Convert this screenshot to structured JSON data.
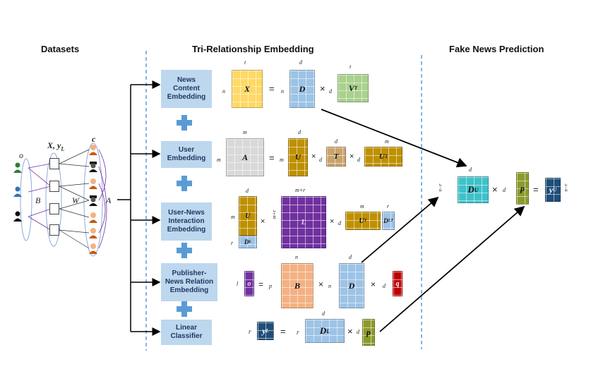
{
  "headers": {
    "datasets": "Datasets",
    "embedding": "Tri-Relationship Embedding",
    "prediction": "Fake News Prediction"
  },
  "boxes": {
    "news": "News Content Embedding",
    "user": "User Embedding",
    "interaction": "User-News Interaction Embedding",
    "publisher": "Publisher-News Relation Embedding",
    "linear": "Linear Classifier"
  },
  "dataset_labels": {
    "o": "o",
    "xy": "X, y",
    "xy_sub": "L",
    "c": "c",
    "B": "B",
    "W": "W",
    "A": "A"
  },
  "eq1": {
    "n": "n",
    "t": "t",
    "X": "X",
    "eq": "=",
    "n2": "n",
    "d": "d",
    "D": "D",
    "times": "×",
    "d2": "d",
    "t2": "t",
    "V": "V",
    "Vsup": "T"
  },
  "eq2": {
    "m": "m",
    "m2": "m",
    "A": "A",
    "eq": "=",
    "m3": "m",
    "d": "d",
    "U": "U",
    "times": "×",
    "d2": "d",
    "d3": "d",
    "T": "T",
    "times2": "×",
    "d4": "d",
    "m4": "m",
    "U2": "U",
    "U2sup": "T"
  },
  "eq3": {
    "m": "m",
    "r": "r",
    "d": "d",
    "U": "U",
    "DL": "D",
    "DLsub": "L",
    "times": "×",
    "mr": "m+r",
    "mr2": "m+r",
    "L": "L",
    "times2": "×",
    "d2": "d",
    "m2": "m",
    "r2": "r",
    "U2": "U",
    "U2sup": "T",
    "DLt": "D",
    "DLtsub": "L",
    "DLtsup": "T"
  },
  "eq4": {
    "l": "l",
    "o": "o",
    "eq": "=",
    "p": "p",
    "n": "n",
    "B": "B",
    "times": "×",
    "n2": "n",
    "d": "d",
    "D": "D",
    "times2": "×",
    "d2": "d",
    "q": "q"
  },
  "eq5": {
    "r": "r",
    "y": "y",
    "ysub": "L",
    "eq": "=",
    "r2": "r",
    "d": "d",
    "D": "D",
    "Dsub": "L",
    "times": "×",
    "d2": "d",
    "p": "p"
  },
  "eq6": {
    "nr": "n−r",
    "d": "d",
    "D": "D",
    "Dsub": "U",
    "times": "×",
    "d2": "d",
    "p": "p",
    "eq": "=",
    "y": "y",
    "ysub": "U",
    "nr2": "n−r"
  },
  "colors": {
    "box": "#bdd7ee",
    "plus": "#5b9bd5",
    "yellow": "#ffd966",
    "lightblue": "#9dc3e6",
    "green": "#a9d18e",
    "gray": "#d9d9d9",
    "gold": "#bf9000",
    "tan": "#c9a36b",
    "purple": "#7030a0",
    "lightpurple": "#b4a7d6",
    "orange": "#f4b183",
    "maroon": "#c00000",
    "olive": "#8c9a2b",
    "navy": "#1f4e79",
    "teal": "#3fc1c9",
    "divider": "#5b9bd5"
  }
}
